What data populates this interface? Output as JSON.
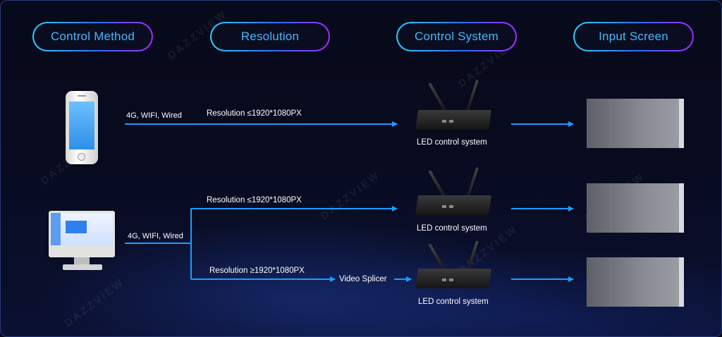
{
  "headers": {
    "control_method": "Control Method",
    "resolution": "Resolution",
    "control_system": "Control System",
    "input_screen": "Input Screen"
  },
  "row1": {
    "connection": "4G, WIFI, Wired",
    "resolution": "Resolution ≤1920*1080PX",
    "device_label": "LED control system"
  },
  "row2": {
    "connection": "4G, WIFI, Wired",
    "resolution": "Resolution ≤1920*1080PX",
    "device_label": "LED control system"
  },
  "row3": {
    "resolution": "Resolution ≥1920*1080PX",
    "splicer": "Video Splicer",
    "device_label": "LED control system"
  },
  "watermark": "DAZZVIEW",
  "colors": {
    "arrow": "#1e9bff",
    "header_text": "#43b8ff",
    "pill_gradient": [
      "#29d0ff",
      "#2f6dff",
      "#a52bff"
    ]
  }
}
